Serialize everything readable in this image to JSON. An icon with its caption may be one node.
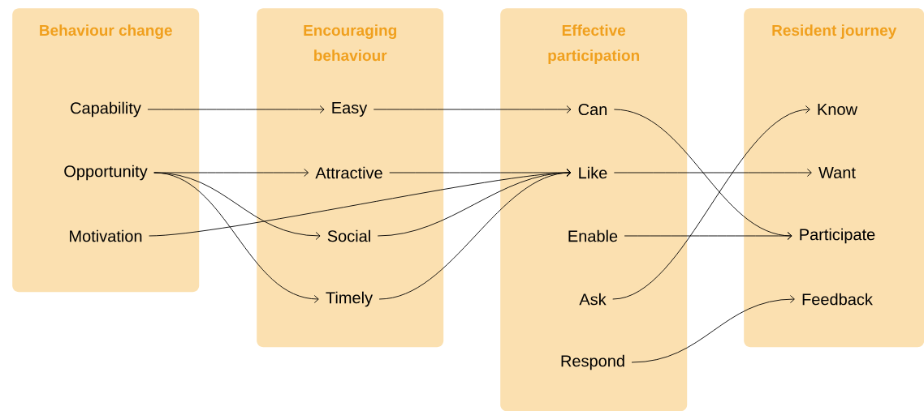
{
  "diagram": {
    "nodes": [
      {
        "text": [
          "Behaviour change"
        ]
      },
      {
        "text": [
          "Capability"
        ],
        "in": 0
      },
      {
        "text": [
          "Opportunity"
        ],
        "in": 0
      },
      {
        "text": [
          "Motivation"
        ],
        "in": 0
      },
      {
        "text": [
          "Encouraging behaviour"
        ]
      },
      {
        "text": [
          "Easy"
        ],
        "in": 4
      },
      {
        "text": [
          "Attractive"
        ],
        "in": 4
      },
      {
        "text": [
          "Social"
        ],
        "in": 4
      },
      {
        "text": [
          "Timely"
        ],
        "in": 4
      },
      {
        "text": [
          "Effective participation"
        ]
      },
      {
        "text": [
          "Can"
        ],
        "in": 9
      },
      {
        "text": [
          "Like"
        ],
        "in": 9
      },
      {
        "text": [
          "Enable"
        ],
        "in": 9
      },
      {
        "text": [
          "Ask"
        ],
        "in": 9
      },
      {
        "text": [
          "Respond"
        ],
        "in": 9
      },
      {
        "text": [
          "Resident journey"
        ]
      },
      {
        "text": [
          "Know"
        ],
        "in": 15
      },
      {
        "text": [
          "Want"
        ],
        "in": 15
      },
      {
        "text": [
          "Participate"
        ],
        "in": 15
      },
      {
        "text": [
          "Feedback"
        ],
        "in": 15
      }
    ],
    "edges": [
      {
        "from": 1,
        "to": 5,
        "arrow": "to"
      },
      {
        "from": 2,
        "to": 6,
        "arrow": "to"
      },
      {
        "from": 2,
        "to": 7,
        "arrow": "to"
      },
      {
        "from": 2,
        "to": 8,
        "arrow": "to"
      },
      {
        "from": 3,
        "to": 11,
        "arrow": "to"
      },
      {
        "from": 5,
        "to": 10,
        "arrow": "to"
      },
      {
        "from": 6,
        "to": 11,
        "arrow": "to"
      },
      {
        "from": 7,
        "to": 11,
        "arrow": "to"
      },
      {
        "from": 8,
        "to": 11,
        "arrow": "to"
      },
      {
        "from": 10,
        "to": 18,
        "arrow": "to"
      },
      {
        "from": 11,
        "to": 17,
        "arrow": "to"
      },
      {
        "from": 12,
        "to": 18,
        "arrow": "to"
      },
      {
        "from": 13,
        "to": 16,
        "arrow": "to"
      },
      {
        "from": 14,
        "to": 19,
        "arrow": "to"
      }
    ]
  }
}
